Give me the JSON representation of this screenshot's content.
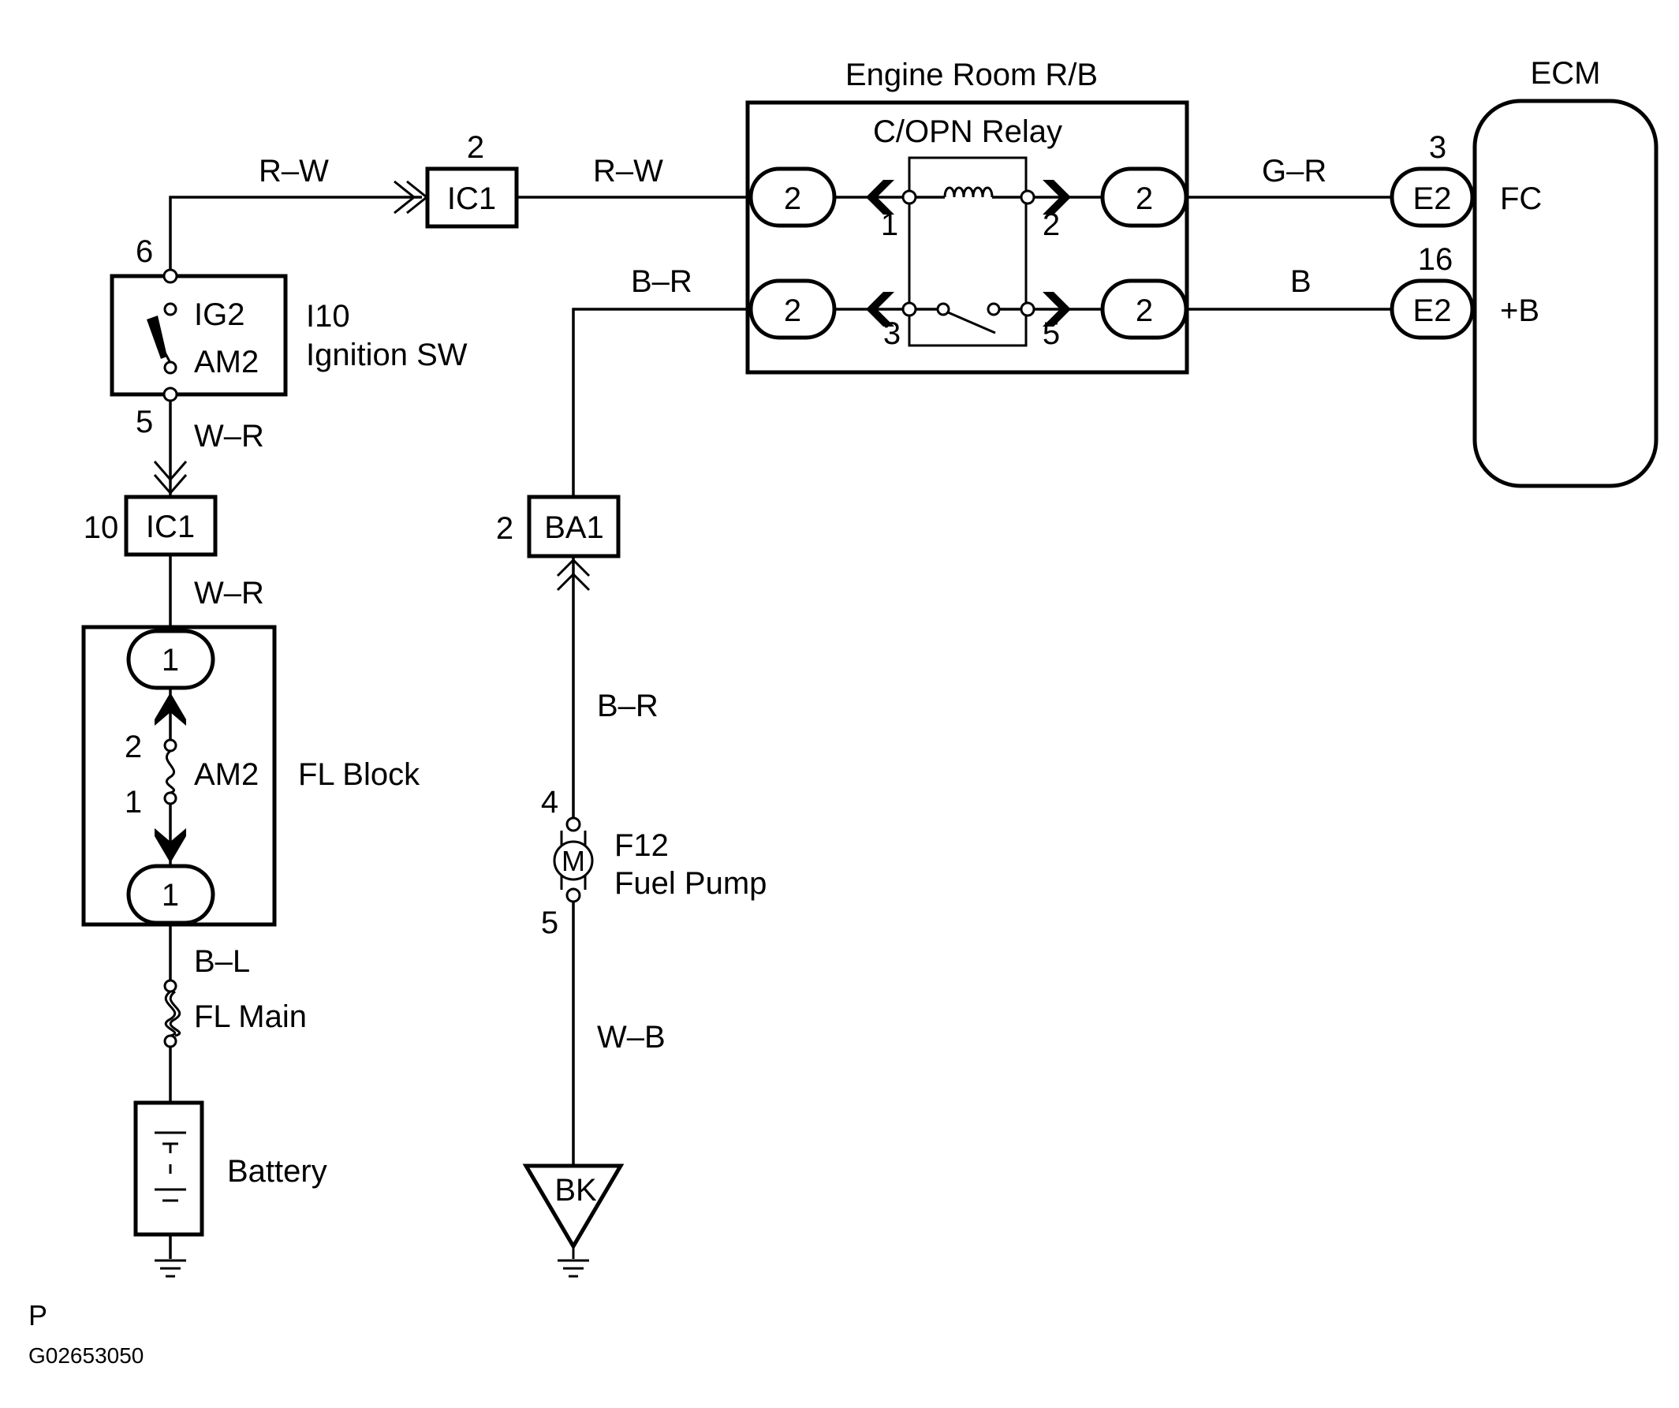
{
  "colors": {
    "line": "#000000",
    "background": "#ffffff"
  },
  "ignition_switch": {
    "id": "I10",
    "name": "Ignition SW",
    "terminal_top": "IG2",
    "terminal_bottom": "AM2",
    "pin_top": "6",
    "pin_bottom": "5"
  },
  "connector_ic1_top": {
    "label": "IC1",
    "pin": "2"
  },
  "connector_ic1_bottom": {
    "label": "IC1",
    "pin": "10"
  },
  "connector_ba1": {
    "label": "BA1",
    "pin": "2"
  },
  "wires": {
    "ig_to_ic1": "R–W",
    "ic1_to_rb": "R–W",
    "ign_down": "W–R",
    "ic1_to_fl": "W–R",
    "rb_to_fc": "G–R",
    "rb_to_b": "B",
    "ba1_to_rb": "B–R",
    "pump_up": "B–R",
    "pump_ground": "W–B",
    "fl_to_main": "B–L"
  },
  "engine_room_rb": {
    "title": "Engine Room R/B",
    "relay": "C/OPN Relay",
    "connectors": [
      "2",
      "2",
      "2",
      "2"
    ],
    "pins": [
      "1",
      "2",
      "3",
      "5"
    ]
  },
  "ecm": {
    "title": "ECM",
    "connector_top": "E2",
    "connector_bottom": "E2",
    "pin_top": "3",
    "pin_bottom": "16",
    "term_top": "FC",
    "term_bottom": "+B"
  },
  "fl_block": {
    "name": "FL Block",
    "fuse": "AM2",
    "connector_top": "1",
    "connector_bottom": "1",
    "pin_top": "2",
    "pin_bottom": "1"
  },
  "fl_main": "FL Main",
  "battery": "Battery",
  "fuel_pump": {
    "id": "F12",
    "name": "Fuel Pump",
    "motor": "M",
    "pin_top": "4",
    "pin_bottom": "5"
  },
  "ground": "BK",
  "footer": {
    "letter": "P",
    "code": "G02653050"
  }
}
